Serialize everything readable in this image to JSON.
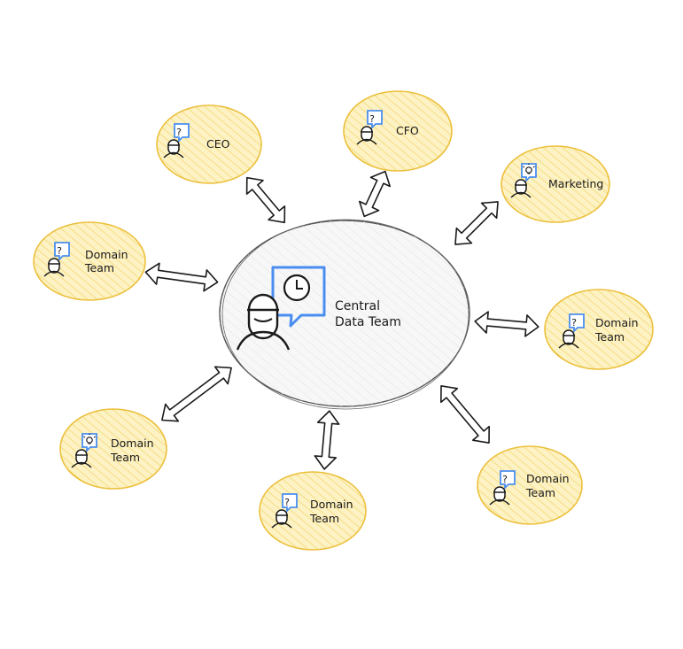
{
  "center": {
    "line1": "Central",
    "line2": "Data Team",
    "icon": "clock-speech-bubble-icon"
  },
  "nodes": [
    {
      "id": "ceo",
      "line1": "CEO",
      "line2": "",
      "icon": "question-bubble-icon"
    },
    {
      "id": "cfo",
      "line1": "CFO",
      "line2": "",
      "icon": "question-bubble-icon"
    },
    {
      "id": "marketing",
      "line1": "Marketing",
      "line2": "",
      "icon": "lightbulb-bubble-icon"
    },
    {
      "id": "domain-left",
      "line1": "Domain",
      "line2": "Team",
      "icon": "question-bubble-icon"
    },
    {
      "id": "domain-right",
      "line1": "Domain",
      "line2": "Team",
      "icon": "question-bubble-icon"
    },
    {
      "id": "domain-bottom-left",
      "line1": "Domain",
      "line2": "Team",
      "icon": "lightbulb-bubble-icon"
    },
    {
      "id": "domain-bottom",
      "line1": "Domain",
      "line2": "Team",
      "icon": "question-bubble-icon"
    },
    {
      "id": "domain-bottom-right",
      "line1": "Domain",
      "line2": "Team",
      "icon": "question-bubble-icon"
    }
  ],
  "colors": {
    "node_fill": "#fdf2c4",
    "node_stroke": "#ecc03c",
    "hatch": "#f3d568",
    "center_fill": "#f7f7f7",
    "center_stroke": "#555555",
    "bubble": "#4a8ef0"
  }
}
